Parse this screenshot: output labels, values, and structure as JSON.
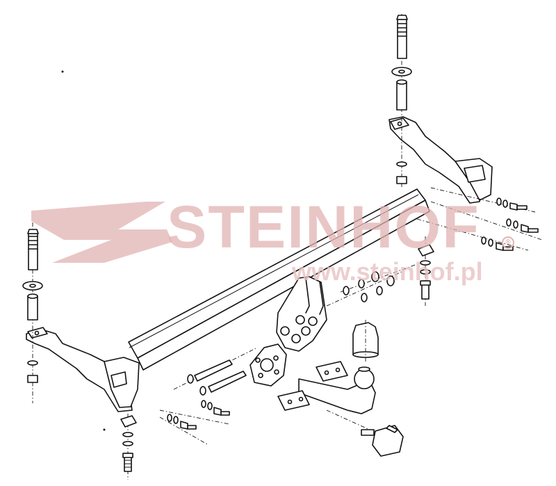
{
  "watermark": {
    "brand": "STEINHOF",
    "registered": "®",
    "url": "www.steinhof.pl",
    "color": "#e2b3b3"
  },
  "diagram": {
    "subject": "tow-bar-exploded-assembly",
    "line_color": "#111111",
    "background": "#ffffff"
  }
}
